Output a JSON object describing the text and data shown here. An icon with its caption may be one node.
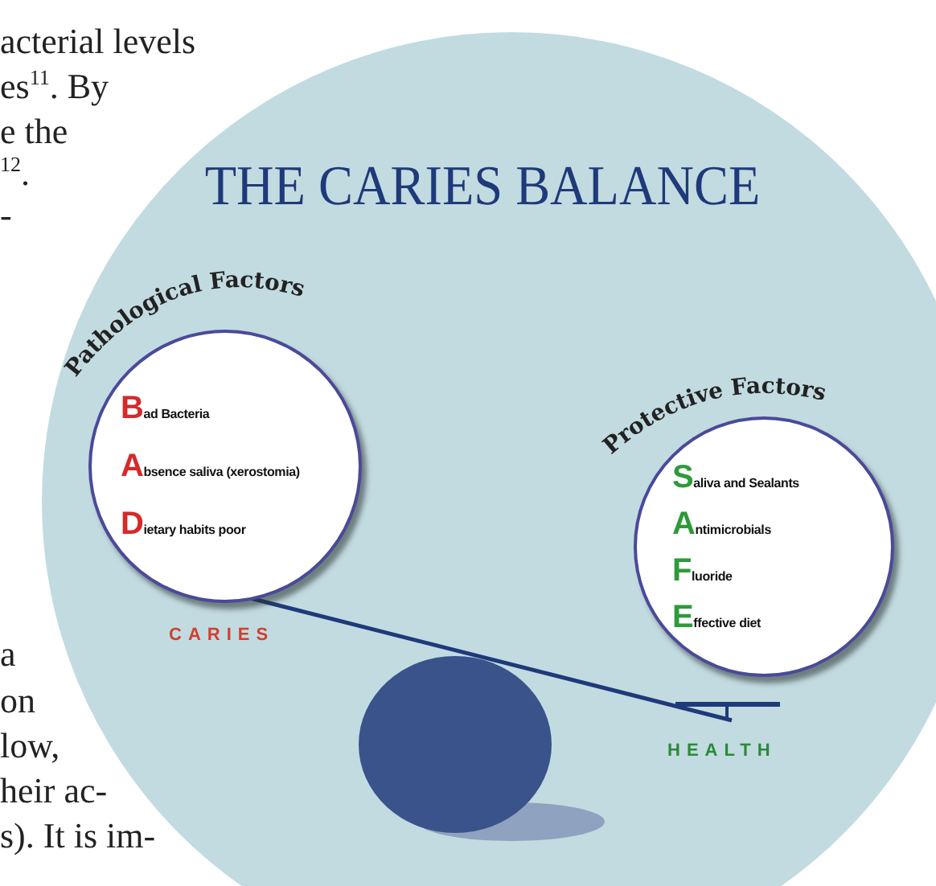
{
  "diagram": {
    "title": "THE CARIES BALANCE",
    "nodes": [
      {
        "text": [
          "Pathological Factors",
          "Bad Bacteria",
          "Absence saliva (xerostomia)",
          "Dietary habits poor"
        ],
        "beside": [
          "CARIES"
        ]
      },
      {
        "text": [
          "Protective Factors",
          "Saliva and Sealants",
          "Antimicrobials",
          "Fluoride",
          "Effective diet"
        ],
        "beside": [
          "HEALTH"
        ]
      }
    ],
    "labels": [
      "acterial levels",
      "es$^{11}$. By",
      "e the",
      "$^{12}$.",
      "-",
      "a",
      "on",
      "low,",
      "heir ac-",
      "s). It is im-"
    ]
  }
}
